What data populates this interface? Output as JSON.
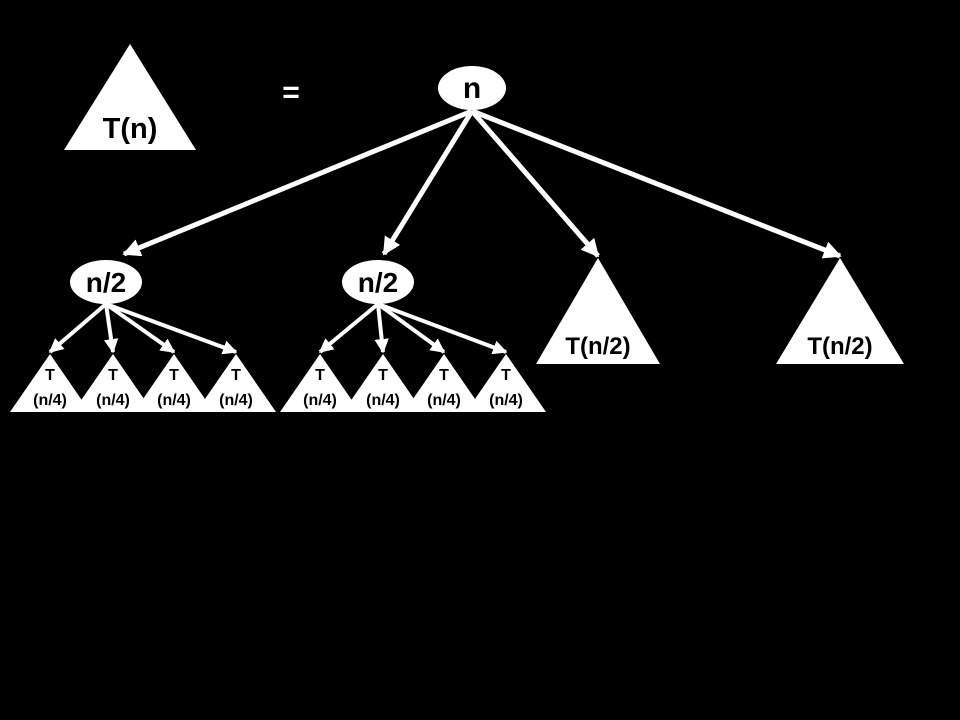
{
  "colors": {
    "background": "#000000",
    "shape": "#ffffff",
    "text_on_shape": "#000000"
  },
  "equation": {
    "left_triangle": "T(n)",
    "equals": "=",
    "root": "n"
  },
  "level1": {
    "node_a": "n/2",
    "node_b": "n/2",
    "subtree_c": "T(n/2)",
    "subtree_d": "T(n/2)"
  },
  "level2": {
    "leaf_top": "T",
    "leaf_bottom": "(n/4)"
  }
}
